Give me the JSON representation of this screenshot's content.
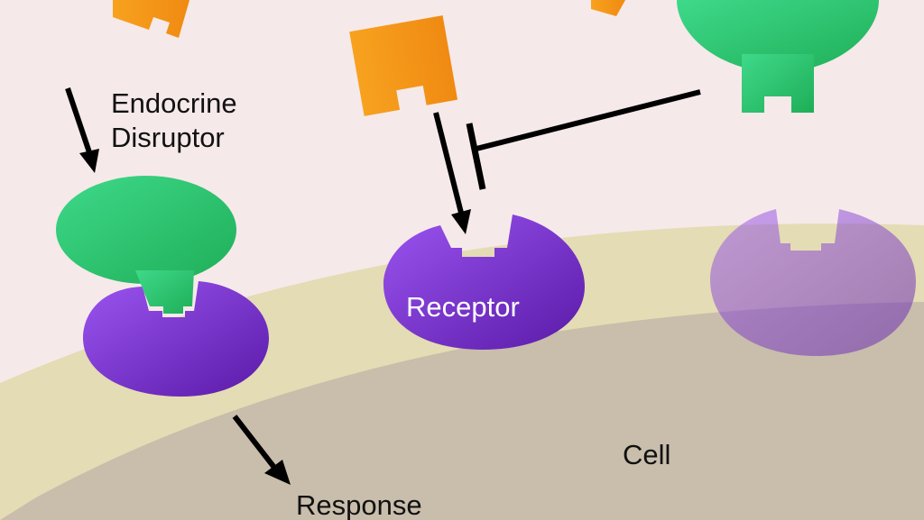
{
  "labels": {
    "endocrine": "Endocrine",
    "disruptor": "Disruptor",
    "receptor": "Receptor",
    "cell": "Cell",
    "response": "Response"
  },
  "colors": {
    "background": "#f6e9e9",
    "membrane": "#e4dcb4",
    "cell_interior": "#c9bdac",
    "receptor": "#7a2fd0",
    "disruptor": "#2fc46e",
    "hormone": "#f59a1c"
  }
}
